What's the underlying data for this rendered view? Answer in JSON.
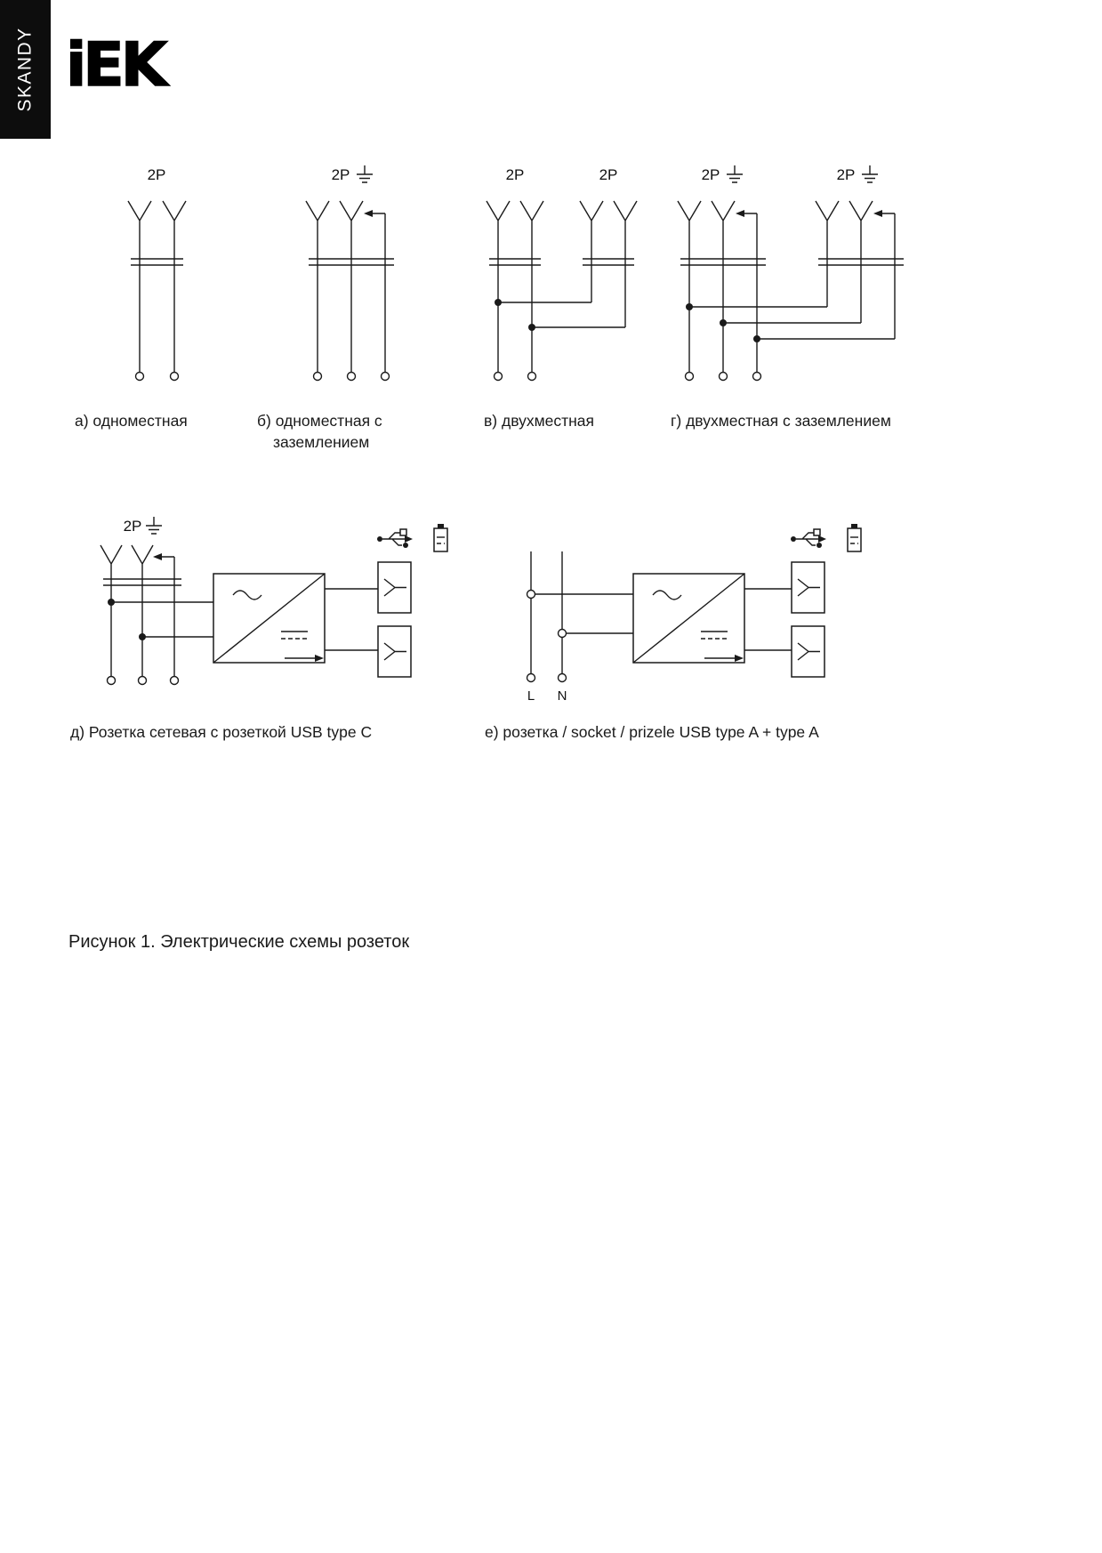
{
  "page": {
    "sidebar_label": "SKANDY",
    "brand": "iEK",
    "figure_caption": "Рисунок 1. Электрические схемы розеток"
  },
  "labels": {
    "two_p": "2P",
    "line_l": "L",
    "line_n": "N"
  },
  "captions": {
    "a": "а) одноместная",
    "b1": "б) одноместная с",
    "b2": "заземлением",
    "c": "в) двухместная",
    "d": "г) двухместная с заземлением",
    "e": "д) Розетка сетевая с розеткой USB type C",
    "f": "е) розетка / socket / prizele USB type A + type A"
  }
}
